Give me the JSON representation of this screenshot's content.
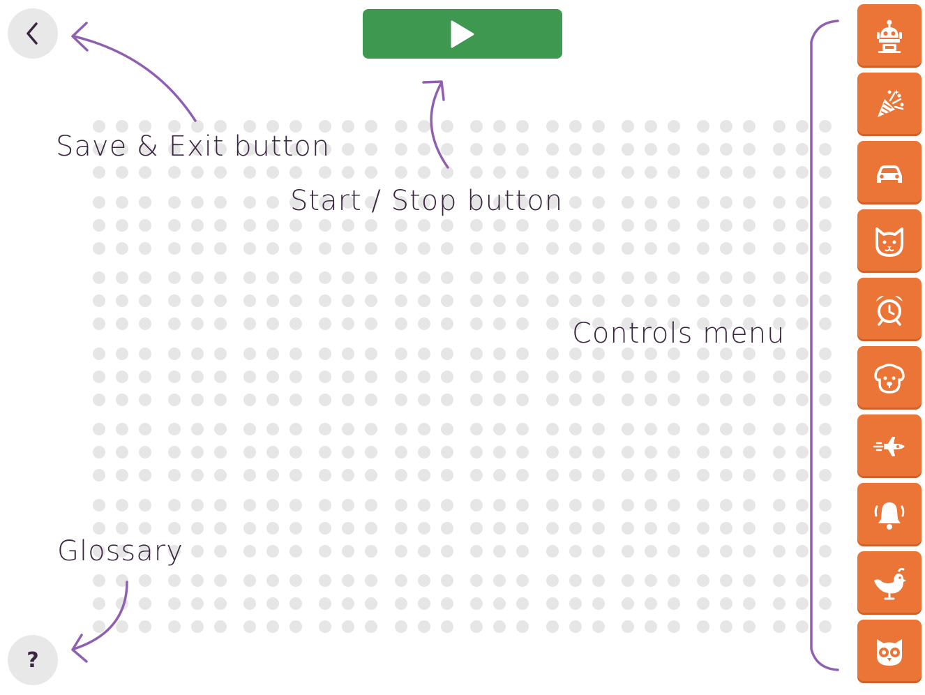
{
  "annotations": {
    "save_exit": "Save & Exit button",
    "start_stop": "Start / Stop button",
    "controls_menu": "Controls menu",
    "glossary": "Glossary"
  },
  "glossary_button": {
    "glyph": "?"
  },
  "colors": {
    "annotation": "#3b2641",
    "arrow": "#9060b0",
    "start_button": "#3f9850",
    "control_tile": "#ea7537",
    "dot": "#e6e6e6",
    "round_button": "#e8e8e8"
  },
  "controls_menu": {
    "items": [
      {
        "icon": "robot-icon"
      },
      {
        "icon": "party-popper-icon"
      },
      {
        "icon": "car-icon"
      },
      {
        "icon": "cat-icon"
      },
      {
        "icon": "alarm-clock-icon"
      },
      {
        "icon": "dog-icon"
      },
      {
        "icon": "rocket-icon"
      },
      {
        "icon": "bell-icon"
      },
      {
        "icon": "bird-icon"
      },
      {
        "icon": "owl-icon"
      }
    ]
  }
}
